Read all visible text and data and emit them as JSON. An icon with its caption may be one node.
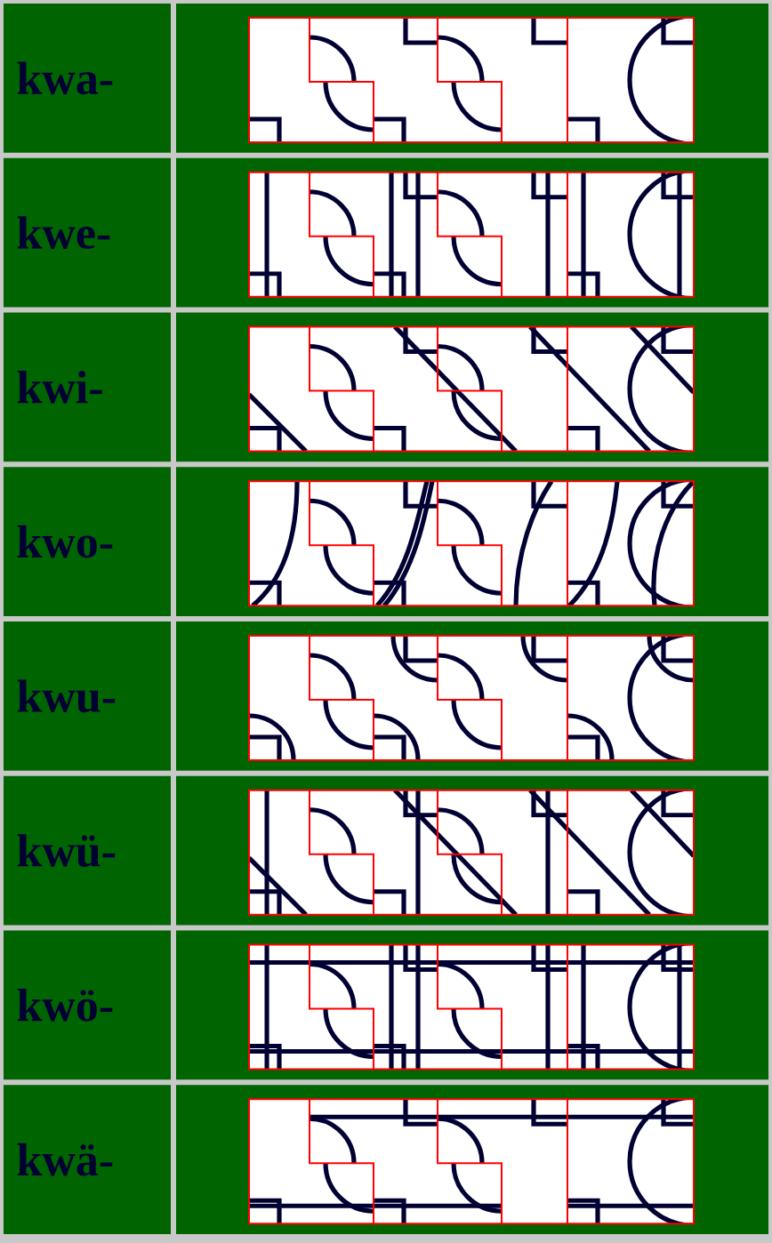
{
  "diagram": {
    "labels": [
      "kwa-",
      "kwe-",
      "kwi-",
      "kwo-",
      "kwu-",
      "kwü-",
      "kwö-",
      "kwä-"
    ]
  }
}
